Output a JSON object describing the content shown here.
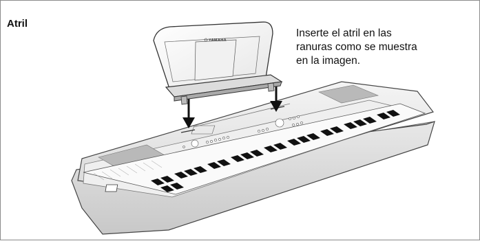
{
  "section": {
    "title": "Atril",
    "instructions": "Inserte el atril en las\nranuras como se muestra\nen la imagen."
  },
  "illustration": {
    "brand_logo_text": "YAMAHA"
  }
}
